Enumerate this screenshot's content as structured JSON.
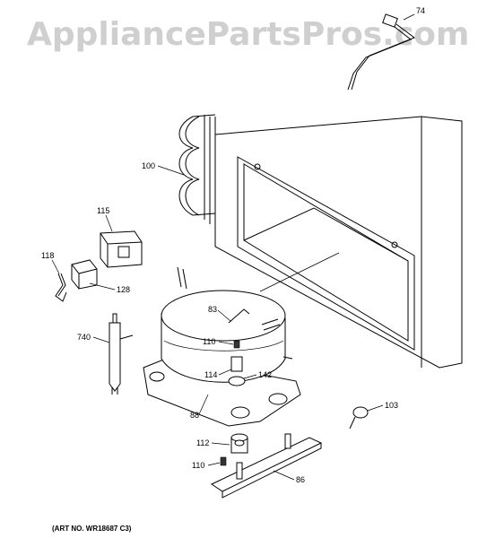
{
  "watermark": "AppliancePartsPros.com",
  "art_number": "(ART NO. WR18687 C3)",
  "callouts": [
    {
      "id": "74"
    },
    {
      "id": "100"
    },
    {
      "id": "115"
    },
    {
      "id": "118"
    },
    {
      "id": "128"
    },
    {
      "id": "83"
    },
    {
      "id": "740"
    },
    {
      "id": "110"
    },
    {
      "id": "114"
    },
    {
      "id": "142"
    },
    {
      "id": "88"
    },
    {
      "id": "103"
    },
    {
      "id": "112"
    },
    {
      "id": "110"
    },
    {
      "id": "86"
    }
  ]
}
